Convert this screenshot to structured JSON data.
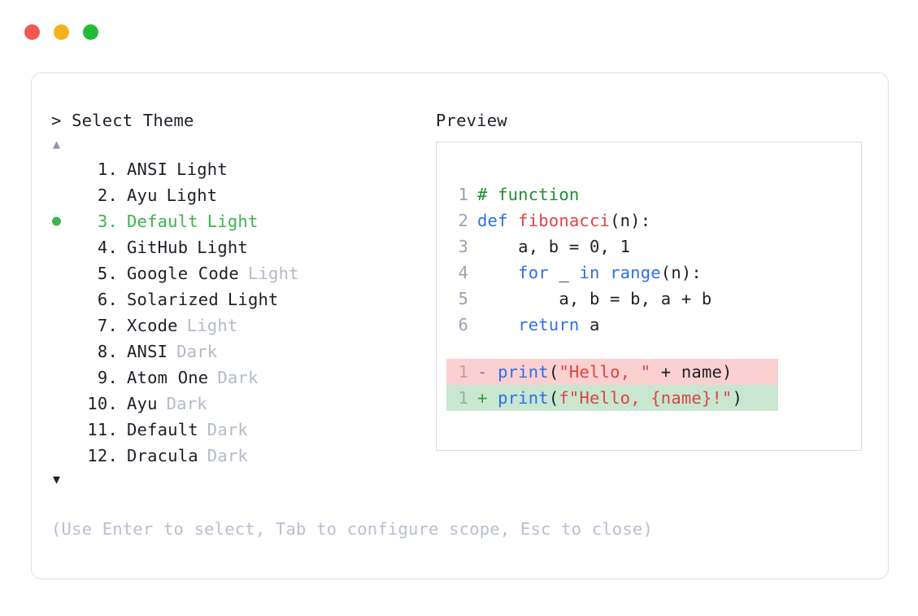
{
  "window": {
    "controls": [
      {
        "name": "close-button",
        "color": "#f4574f"
      },
      {
        "name": "minimize-button",
        "color": "#f5b01f"
      },
      {
        "name": "maximize-button",
        "color": "#22bb36"
      }
    ]
  },
  "prompt": {
    "title": "> Select Theme",
    "scroll_up": "▲",
    "scroll_down": "▼"
  },
  "preview": {
    "label": "Preview"
  },
  "themes": {
    "selected_index": 3,
    "items": [
      {
        "index": "1.",
        "name": "ANSI",
        "suffix": "Light",
        "suffix_dim": false,
        "selected": false
      },
      {
        "index": "2.",
        "name": "Ayu",
        "suffix": "Light",
        "suffix_dim": false,
        "selected": false
      },
      {
        "index": "3.",
        "name": "Default",
        "suffix": "Light",
        "suffix_dim": false,
        "selected": true
      },
      {
        "index": "4.",
        "name": "GitHub",
        "suffix": "Light",
        "suffix_dim": false,
        "selected": false
      },
      {
        "index": "5.",
        "name": "Google Code",
        "suffix": "Light",
        "suffix_dim": true,
        "selected": false
      },
      {
        "index": "6.",
        "name": "Solarized",
        "suffix": "Light",
        "suffix_dim": false,
        "selected": false
      },
      {
        "index": "7.",
        "name": "Xcode",
        "suffix": "Light",
        "suffix_dim": true,
        "selected": false
      },
      {
        "index": "8.",
        "name": "ANSI",
        "suffix": "Dark",
        "suffix_dim": true,
        "selected": false
      },
      {
        "index": "9.",
        "name": "Atom One",
        "suffix": "Dark",
        "suffix_dim": true,
        "selected": false
      },
      {
        "index": "10.",
        "name": "Ayu",
        "suffix": "Dark",
        "suffix_dim": true,
        "selected": false
      },
      {
        "index": "11.",
        "name": "Default",
        "suffix": "Dark",
        "suffix_dim": true,
        "selected": false
      },
      {
        "index": "12.",
        "name": "Dracula",
        "suffix": "Dark",
        "suffix_dim": true,
        "selected": false
      }
    ]
  },
  "code": {
    "lines": [
      {
        "num": "1",
        "tokens": [
          {
            "text": "# function",
            "cls": "t-comment"
          }
        ]
      },
      {
        "num": "2",
        "tokens": [
          {
            "text": "def ",
            "cls": "t-kw"
          },
          {
            "text": "fibonacci",
            "cls": "t-fn"
          },
          {
            "text": "(n):",
            "cls": "t-plain"
          }
        ]
      },
      {
        "num": "3",
        "tokens": [
          {
            "text": "    a, b = 0, 1",
            "cls": "t-plain"
          }
        ]
      },
      {
        "num": "4",
        "tokens": [
          {
            "text": "    ",
            "cls": "t-plain"
          },
          {
            "text": "for ",
            "cls": "t-kw"
          },
          {
            "text": "_ ",
            "cls": "t-plain"
          },
          {
            "text": "in range",
            "cls": "t-kw"
          },
          {
            "text": "(n):",
            "cls": "t-plain"
          }
        ]
      },
      {
        "num": "5",
        "tokens": [
          {
            "text": "        a, b = b, a + b",
            "cls": "t-plain"
          }
        ]
      },
      {
        "num": "6",
        "tokens": [
          {
            "text": "    ",
            "cls": "t-plain"
          },
          {
            "text": "return",
            "cls": "t-kw"
          },
          {
            "text": " a",
            "cls": "t-plain"
          }
        ]
      }
    ],
    "diff": [
      {
        "num": "1",
        "kind": "del",
        "marker": "-",
        "tokens": [
          {
            "text": "print",
            "cls": "t-kw"
          },
          {
            "text": "(",
            "cls": "t-plain"
          },
          {
            "text": "\"Hello, \"",
            "cls": "t-str"
          },
          {
            "text": " + name)",
            "cls": "t-plain"
          }
        ]
      },
      {
        "num": "1",
        "kind": "add",
        "marker": "+",
        "tokens": [
          {
            "text": "print",
            "cls": "t-kw"
          },
          {
            "text": "(",
            "cls": "t-plain"
          },
          {
            "text": "f\"Hello, {name}!\"",
            "cls": "t-str"
          },
          {
            "text": ")",
            "cls": "t-plain"
          }
        ]
      }
    ]
  },
  "help": {
    "text": "(Use Enter to select, Tab to configure scope, Esc to close)"
  },
  "colors": {
    "selected_green": "#3eb34f",
    "dim_text": "#b4bac6",
    "body_text": "#1d2027",
    "line_number": "#9aa3b2",
    "diff_del_bg": "#fbd0d0",
    "diff_add_bg": "#c8e6d0",
    "panel_border": "#dde0e7",
    "preview_border": "#d7dbe3",
    "help_text": "#b9bfd0"
  }
}
